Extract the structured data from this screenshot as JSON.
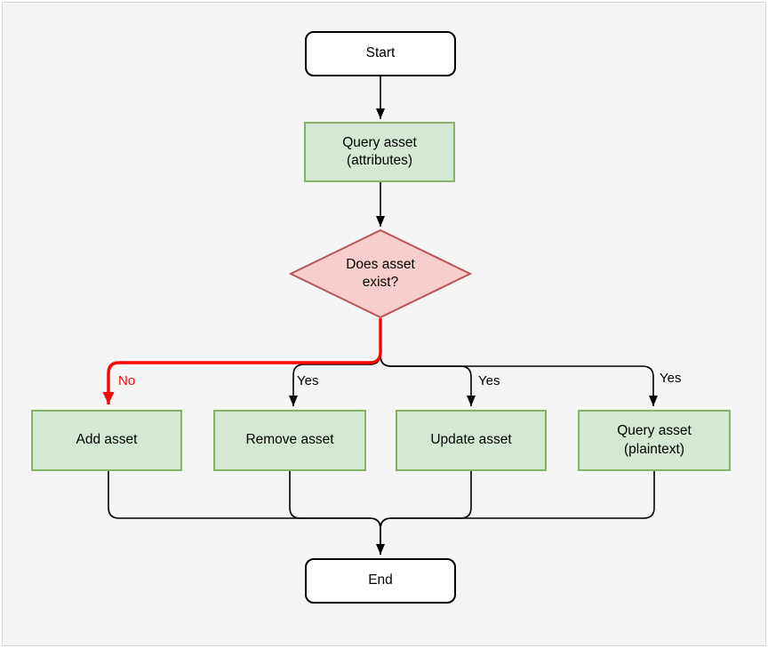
{
  "nodes": {
    "start": {
      "label": "Start",
      "shape": "terminator"
    },
    "query_attributes": {
      "label": "Query asset\n(attributes)",
      "shape": "process"
    },
    "decision": {
      "label": "Does asset\nexist?",
      "shape": "decision"
    },
    "add_asset": {
      "label": "Add asset",
      "shape": "process"
    },
    "remove_asset": {
      "label": "Remove asset",
      "shape": "process"
    },
    "update_asset": {
      "label": "Update asset",
      "shape": "process"
    },
    "query_plaintext": {
      "label": "Query asset\n(plaintext)",
      "shape": "process"
    },
    "end": {
      "label": "End",
      "shape": "terminator"
    }
  },
  "edges": [
    {
      "from": "start",
      "to": "query_attributes",
      "label": ""
    },
    {
      "from": "query_attributes",
      "to": "decision",
      "label": ""
    },
    {
      "from": "decision",
      "to": "add_asset",
      "label": "No",
      "highlighted": true,
      "color": "#ff0000"
    },
    {
      "from": "decision",
      "to": "remove_asset",
      "label": "Yes",
      "highlighted": false
    },
    {
      "from": "decision",
      "to": "update_asset",
      "label": "Yes",
      "highlighted": false
    },
    {
      "from": "decision",
      "to": "query_plaintext",
      "label": "Yes",
      "highlighted": false
    },
    {
      "from": "add_asset",
      "to": "end",
      "label": ""
    },
    {
      "from": "remove_asset",
      "to": "end",
      "label": ""
    },
    {
      "from": "update_asset",
      "to": "end",
      "label": ""
    },
    {
      "from": "query_plaintext",
      "to": "end",
      "label": ""
    }
  ],
  "palette": {
    "canvas_bg": "#f5f5f5",
    "frame_border": "#d6d6d6",
    "process_fill": "#d5e8d4",
    "process_stroke": "#82b366",
    "decision_fill": "#f8cecc",
    "decision_stroke": "#b85450",
    "terminator_fill": "#ffffff",
    "terminator_stroke": "#000000",
    "edge_color": "#000000",
    "highlight_color": "#ff0000",
    "text_color": "#000000"
  }
}
